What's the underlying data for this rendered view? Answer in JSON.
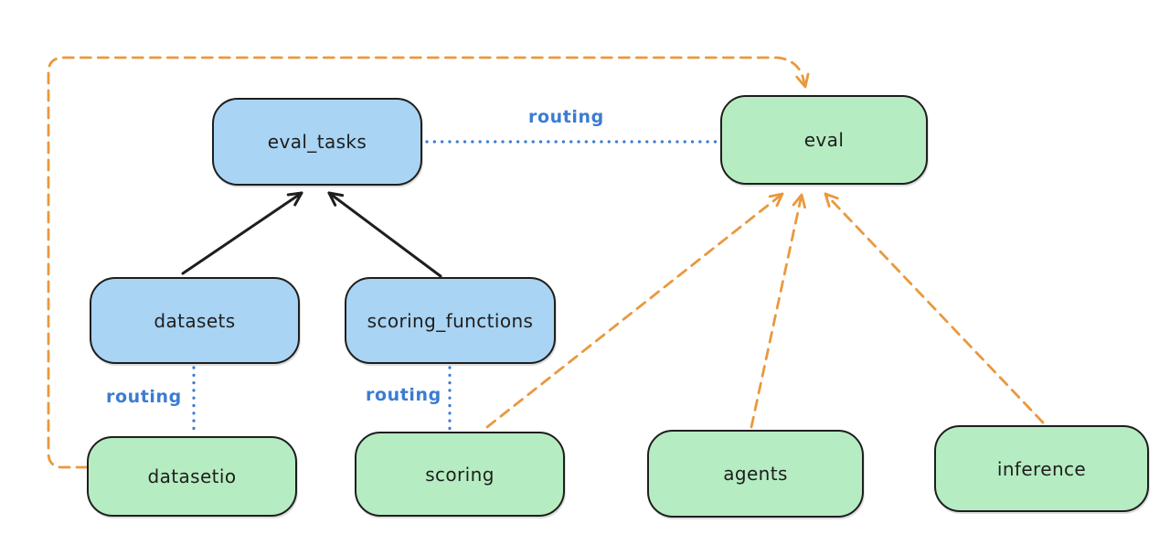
{
  "diagram": {
    "background": "#ffffff",
    "colors": {
      "node_border": "#1e1e1e",
      "blue_node_fill": "#a9d4f4",
      "green_node_fill": "#b6ecc2",
      "routing_blue": "#3b7cd2",
      "orange_dashed": "#e9993e",
      "black_arrow": "#1e1e1e",
      "text": "#1e1e1e"
    },
    "nodes": [
      {
        "id": "eval_tasks",
        "label": "eval_tasks",
        "color": "blue"
      },
      {
        "id": "eval",
        "label": "eval",
        "color": "green"
      },
      {
        "id": "datasets",
        "label": "datasets",
        "color": "blue"
      },
      {
        "id": "scoring_functions",
        "label": "scoring_functions",
        "color": "blue"
      },
      {
        "id": "datasetio",
        "label": "datasetio",
        "color": "green"
      },
      {
        "id": "scoring",
        "label": "scoring",
        "color": "green"
      },
      {
        "id": "agents",
        "label": "agents",
        "color": "green"
      },
      {
        "id": "inference",
        "label": "inference",
        "color": "green"
      }
    ],
    "edge_labels": [
      {
        "text": "routing",
        "between": [
          "eval_tasks",
          "eval"
        ]
      },
      {
        "text": "routing",
        "between": [
          "datasets",
          "datasetio"
        ]
      },
      {
        "text": "routing",
        "between": [
          "scoring_functions",
          "scoring"
        ]
      }
    ],
    "edges": [
      {
        "from": "datasets",
        "to": "eval_tasks",
        "style": "solid",
        "color": "black",
        "arrow": true
      },
      {
        "from": "scoring_functions",
        "to": "eval_tasks",
        "style": "solid",
        "color": "black",
        "arrow": true
      },
      {
        "from": "eval_tasks",
        "to": "eval",
        "style": "dotted",
        "color": "blue",
        "arrow": false,
        "label": "routing"
      },
      {
        "from": "datasets",
        "to": "datasetio",
        "style": "dotted",
        "color": "blue",
        "arrow": false,
        "label": "routing"
      },
      {
        "from": "scoring_functions",
        "to": "scoring",
        "style": "dotted",
        "color": "blue",
        "arrow": false,
        "label": "routing"
      },
      {
        "from": "datasetio",
        "to": "eval",
        "style": "dashed",
        "color": "orange",
        "arrow": true
      },
      {
        "from": "scoring",
        "to": "eval",
        "style": "dashed",
        "color": "orange",
        "arrow": true
      },
      {
        "from": "agents",
        "to": "eval",
        "style": "dashed",
        "color": "orange",
        "arrow": true
      },
      {
        "from": "inference",
        "to": "eval",
        "style": "dashed",
        "color": "orange",
        "arrow": true
      }
    ]
  }
}
